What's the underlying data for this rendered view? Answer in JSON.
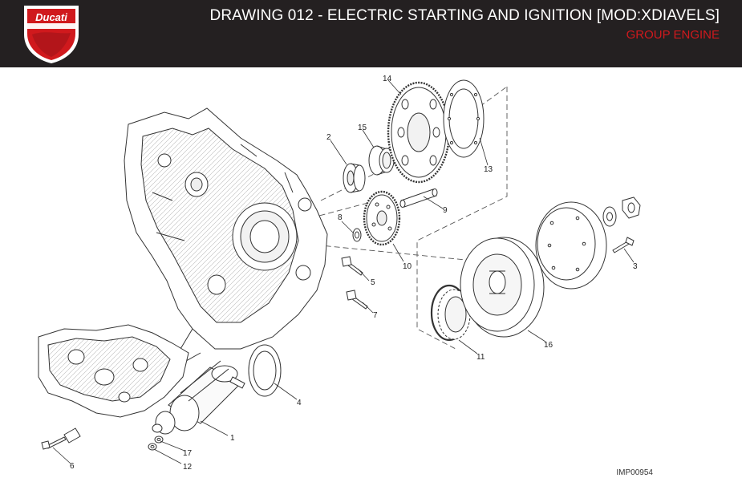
{
  "header": {
    "brand": "Ducati",
    "title": "DRAWING 012 - ELECTRIC STARTING AND IGNITION [MOD:XDIAVELS]",
    "group": "GROUP ENGINE"
  },
  "drawing_code": "IMP00954",
  "callouts": [
    "1",
    "2",
    "3",
    "4",
    "5",
    "6",
    "7",
    "8",
    "9",
    "10",
    "11",
    "12",
    "13",
    "14",
    "15",
    "16",
    "17"
  ],
  "colors": {
    "header_bg": "#242021",
    "accent": "#d0191d",
    "line": "#333333"
  }
}
